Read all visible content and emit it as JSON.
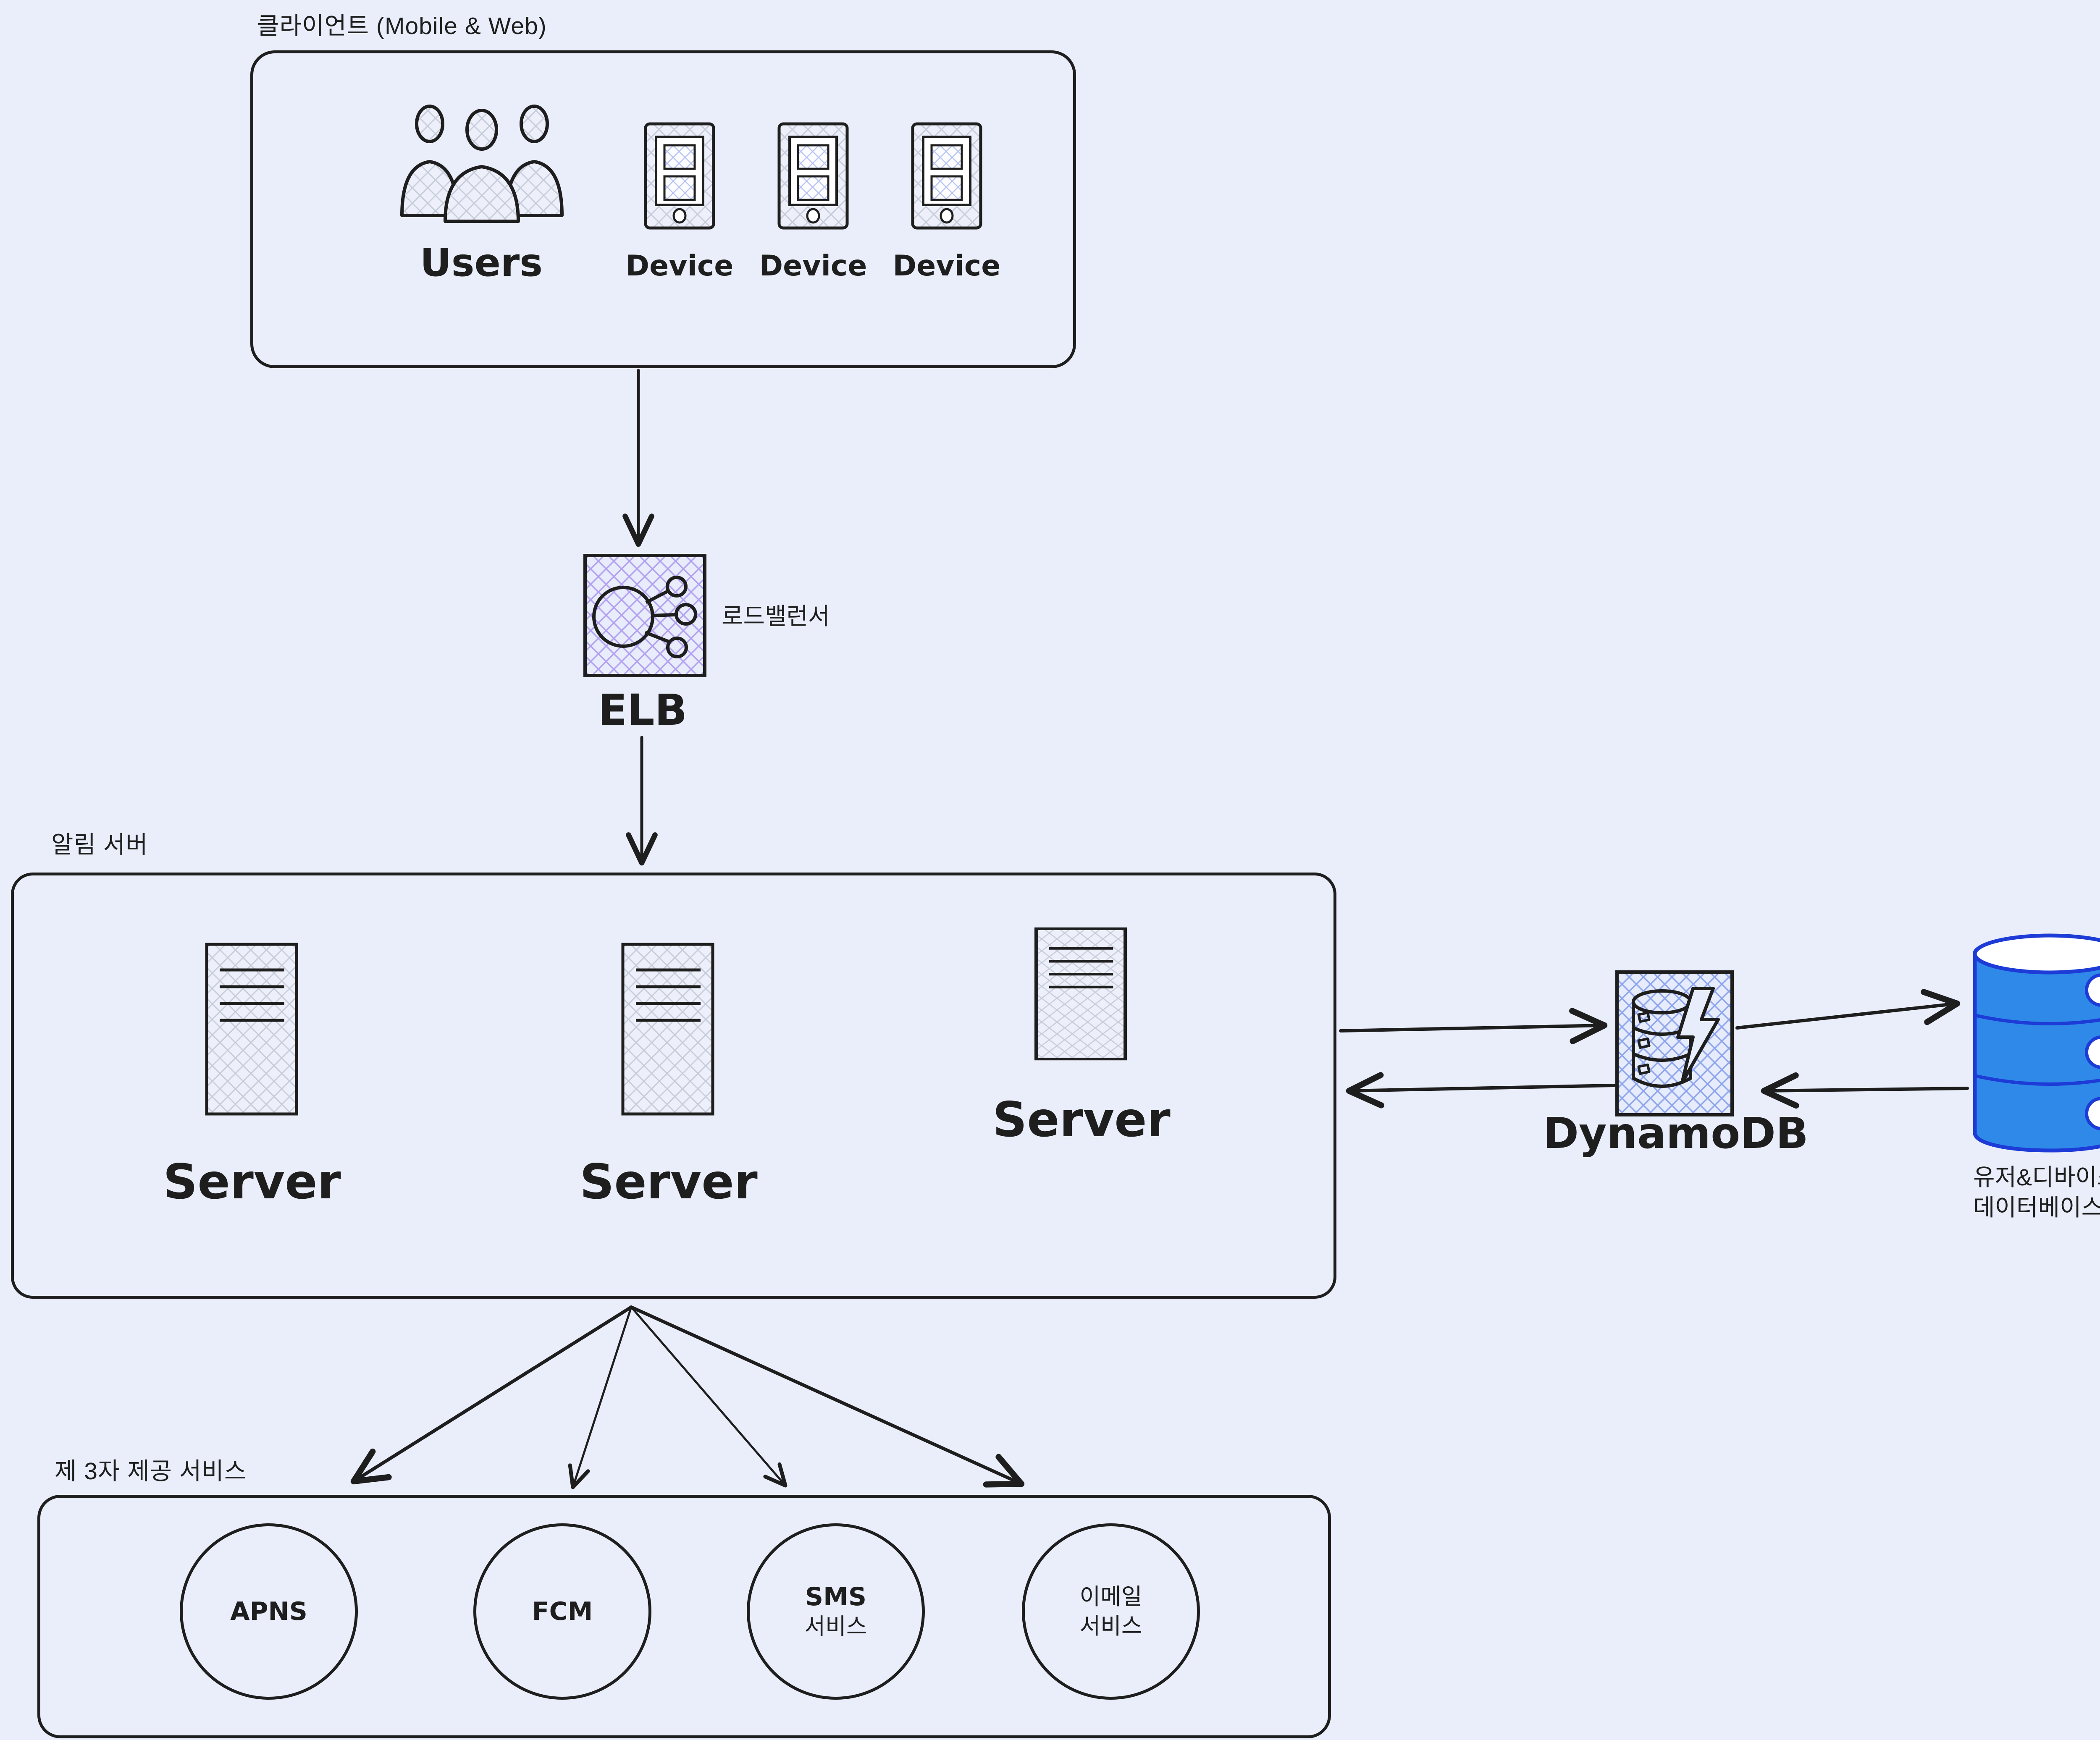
{
  "canvas": {
    "background": "#e9eefa",
    "ink": "#1e1e1e"
  },
  "client_group": {
    "title": "클라이언트 (Mobile & Web)",
    "users_label": "Users",
    "devices": [
      "Device",
      "Device",
      "Device"
    ]
  },
  "load_balancer": {
    "name": "ELB",
    "annotation": "로드밸런서"
  },
  "notification_group": {
    "title": "알림 서버",
    "servers": [
      "Server",
      "Server",
      "Server"
    ]
  },
  "dynamodb": {
    "name": "DynamoDB"
  },
  "user_device_db": {
    "lines": [
      "유저&디바이스 정보",
      "데이터베이스"
    ]
  },
  "third_party_group": {
    "title": "제 3자 제공 서비스",
    "services": [
      {
        "lines": [
          "APNS"
        ]
      },
      {
        "lines": [
          "FCM"
        ]
      },
      {
        "lines": [
          "SMS",
          "서비스"
        ]
      },
      {
        "lines": [
          "이메일",
          "서비스"
        ]
      }
    ]
  },
  "colors": {
    "db_fill": "#2f89e8",
    "db_stroke": "#1d3bd6",
    "hatch_gray": "#c7cdda",
    "hatch_purple": "#b3a2f0",
    "hatch_blue": "#8fa6ec"
  }
}
